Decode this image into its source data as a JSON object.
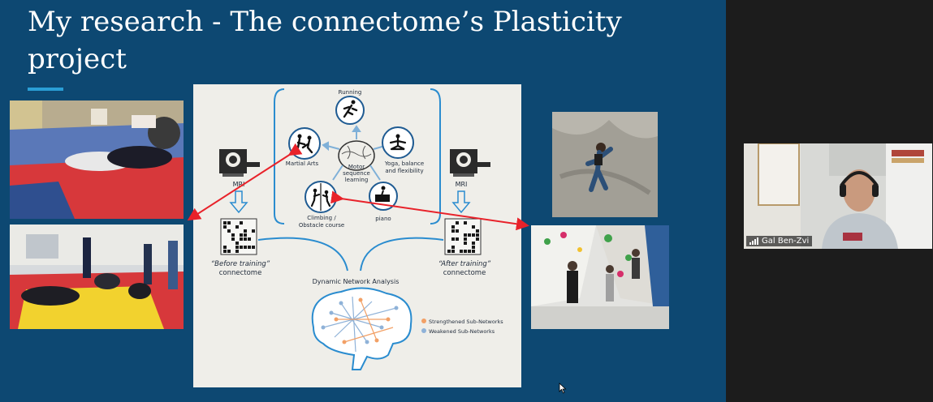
{
  "slide": {
    "title": "My research - The connectome’s Plasticity project"
  },
  "diagram": {
    "activities": {
      "running": "Running",
      "martial_arts": "Martial Arts",
      "yoga_line1": "Yoga, balance",
      "yoga_line2": "and flexibility",
      "climbing_line1": "Climbing /",
      "climbing_line2": "Obstacle course",
      "piano": "piano"
    },
    "center_line1": "Motor",
    "center_line2": "sequence",
    "center_line3": "learning",
    "mri_left": "MRI",
    "mri_right": "MRI",
    "before_line1": "“Before training”",
    "before_line2": "connectome",
    "after_line1": "“After training”",
    "after_line2": "connectome",
    "analysis": "Dynamic Network Analysis",
    "legend": {
      "strengthened": "Strengthened Sub-Networks",
      "weakened": "Weakened Sub-Networks",
      "strengthened_color": "#f2a066",
      "weakened_color": "#8fb2d8"
    }
  },
  "colors": {
    "slide_background": "#0d4872",
    "accent": "#2a9fd6",
    "arrow": "#e8222a"
  },
  "participant": {
    "name": "Gal Ben-Zvi"
  },
  "icons": [
    "running-icon",
    "martial-arts-icon",
    "yoga-icon",
    "climbing-icon",
    "piano-icon",
    "brain-icon",
    "mri-scanner-icon",
    "connectome-matrix-icon",
    "signal-bars-icon",
    "mouse-cursor-icon"
  ]
}
